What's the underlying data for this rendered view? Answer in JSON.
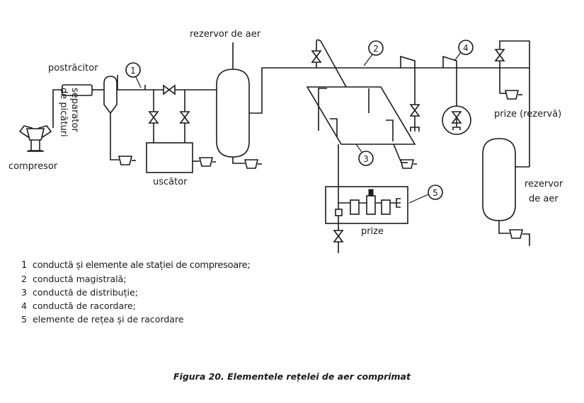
{
  "labels": {
    "compresor": "compresor",
    "postracitor": "postrăcitor",
    "separator_1": "separator",
    "separator_2": "de picături",
    "uscator": "uscător",
    "rezervor_top": "rezervor de aer",
    "prize_rezerva": "prize (rezervă)",
    "rezervor_right_1": "rezervor",
    "rezervor_right_2": "de aer",
    "prize": "prize"
  },
  "markers": [
    "1",
    "2",
    "3",
    "4",
    "5"
  ],
  "legend": [
    {
      "n": "1",
      "text": "conductă și elemente ale stației de compresoare;"
    },
    {
      "n": "2",
      "text": "conductă magistrală;"
    },
    {
      "n": "3",
      "text": "conductă de distribuție;"
    },
    {
      "n": "4",
      "text": "conductă de racordare;"
    },
    {
      "n": "5",
      "text": "elemente de rețea și de racordare"
    }
  ],
  "caption": "Figura 20. Elementele rețelei de aer comprimat"
}
